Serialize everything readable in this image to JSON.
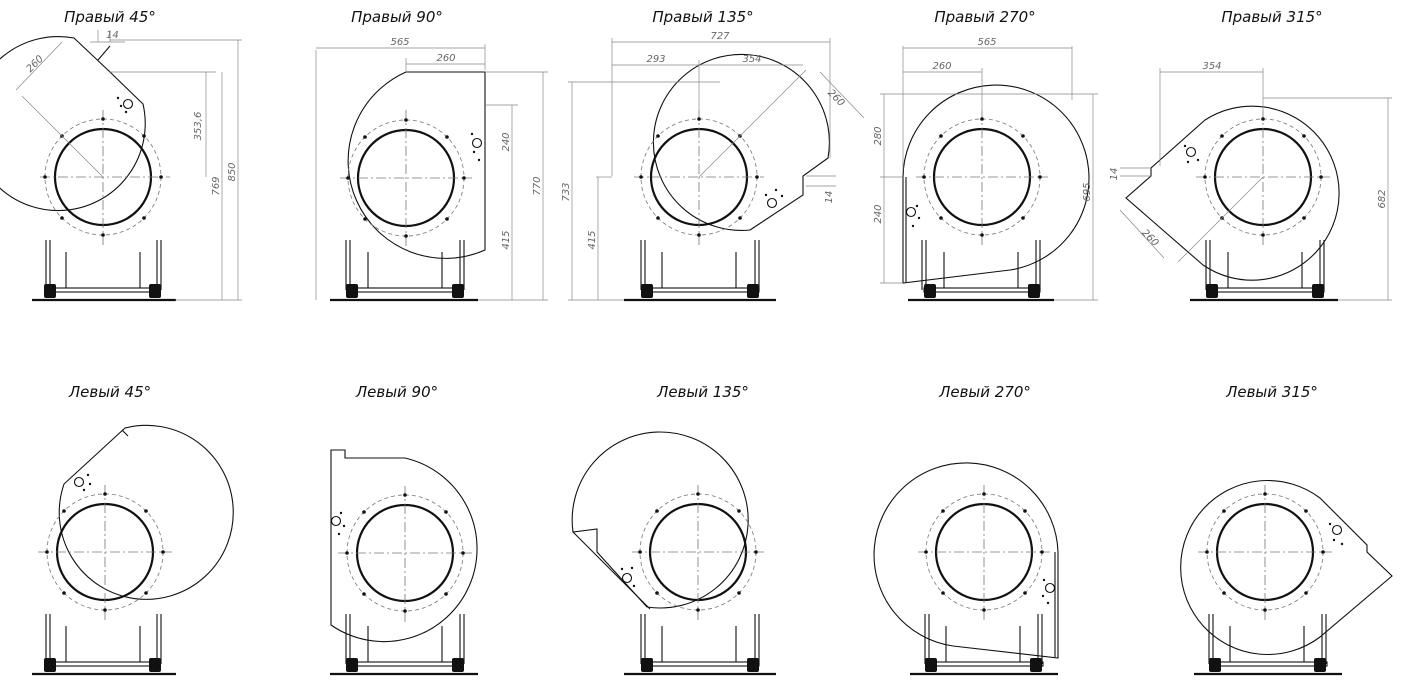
{
  "drawing": {
    "stroke_color": "#111111",
    "dimension_color": "#777777",
    "views": [
      {
        "id": "r45",
        "caption": "Правый 45°",
        "dims": [
          "260",
          "14",
          "353,6",
          "769",
          "850"
        ]
      },
      {
        "id": "r90",
        "caption": "Правый 90°",
        "dims": [
          "565",
          "260",
          "240",
          "415",
          "770"
        ]
      },
      {
        "id": "r135",
        "caption": "Правый 135°",
        "dims": [
          "727",
          "293",
          "354",
          "260",
          "733",
          "415",
          "14"
        ]
      },
      {
        "id": "r270",
        "caption": "Правый  270°",
        "dims": [
          "565",
          "260",
          "280",
          "240",
          "695"
        ]
      },
      {
        "id": "r315",
        "caption": "Правый  315°",
        "dims": [
          "354",
          "14",
          "260",
          "682"
        ]
      },
      {
        "id": "l45",
        "caption": "Левый 45°",
        "dims": []
      },
      {
        "id": "l90",
        "caption": "Левый 90°",
        "dims": []
      },
      {
        "id": "l135",
        "caption": "Левый 135°",
        "dims": []
      },
      {
        "id": "l270",
        "caption": "Левый 270°",
        "dims": []
      },
      {
        "id": "l315",
        "caption": "Левый 315°",
        "dims": []
      }
    ]
  }
}
